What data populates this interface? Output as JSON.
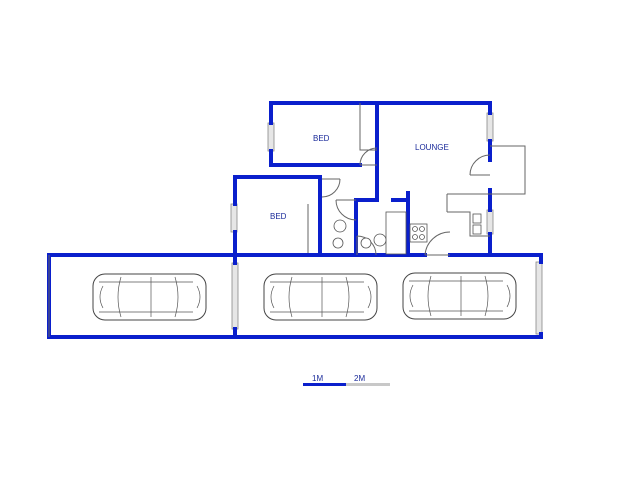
{
  "rooms": {
    "bed_top": "BED",
    "lounge": "LOUNGE",
    "bed_left": "BED"
  },
  "scale_bar": {
    "label_1": "1M",
    "label_2": "2M",
    "color_primary": "#0a1fcc",
    "color_secondary": "#c8c8c8"
  },
  "colors": {
    "wall": "#0a1fcc",
    "label": "#1a2a9a"
  }
}
